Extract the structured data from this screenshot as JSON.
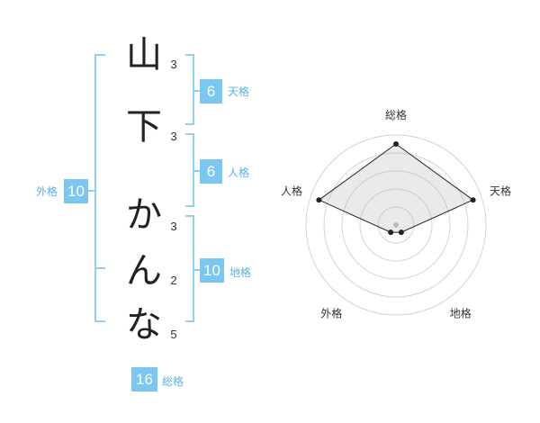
{
  "name": {
    "characters": [
      {
        "char": "山",
        "strokes": "3"
      },
      {
        "char": "下",
        "strokes": "3"
      },
      {
        "char": "か",
        "strokes": "3"
      },
      {
        "char": "ん",
        "strokes": "2"
      },
      {
        "char": "な",
        "strokes": "5"
      }
    ]
  },
  "kakusu": {
    "tenkaku": {
      "value": "6",
      "label": "天格"
    },
    "jinkaku": {
      "value": "6",
      "label": "人格"
    },
    "chikaku": {
      "value": "10",
      "label": "地格"
    },
    "gaikaku": {
      "value": "10",
      "label": "外格"
    },
    "soukaku": {
      "value": "16",
      "label": "総格"
    }
  },
  "colors": {
    "accent": "#7cc7f2",
    "label": "#5ab1e6",
    "bracket": "#8fd0f5"
  },
  "chart_data": {
    "type": "radar",
    "axes": [
      "総格",
      "天格",
      "地格",
      "外格",
      "人格"
    ],
    "values": [
      5,
      5,
      1,
      1,
      5
    ],
    "max": 5,
    "rings": 5
  }
}
